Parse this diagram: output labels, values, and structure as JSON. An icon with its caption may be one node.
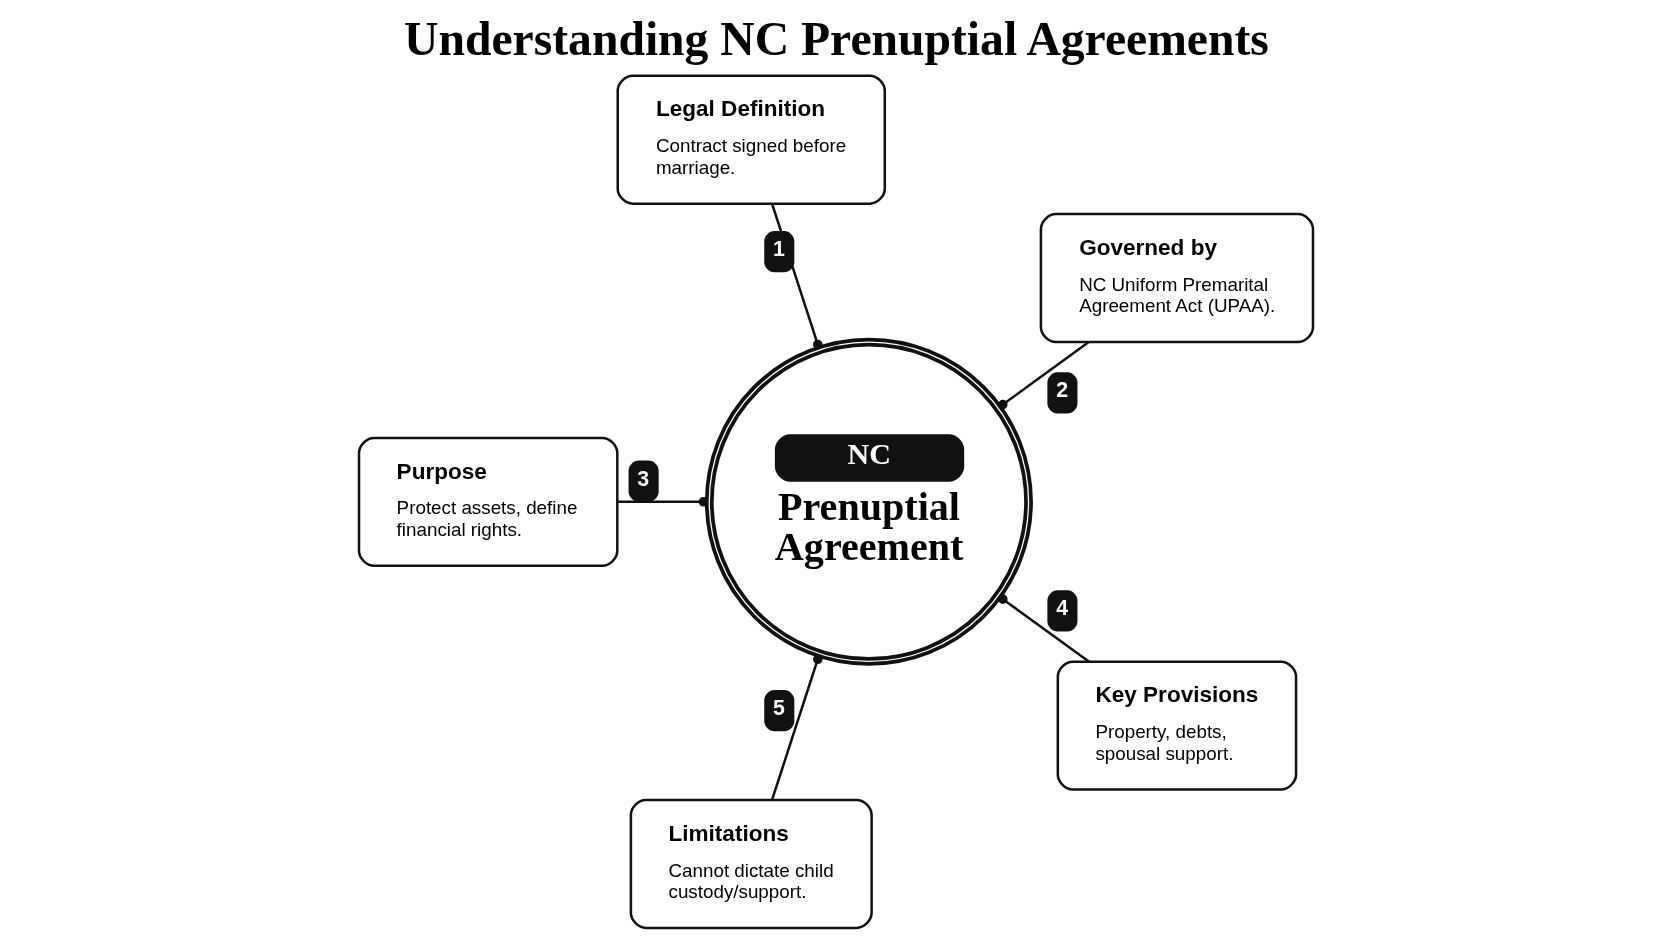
{
  "diagram": {
    "title": "Understanding NC Prenuptial Agreements",
    "nodes": [
      {
        "text": [
          "NC",
          "Prenuptial Agreement"
        ]
      },
      {
        "text": [
          "Legal Definition",
          "Contract signed before marriage."
        ]
      },
      {
        "text": [
          "Governed by",
          "NC Uniform Premarital Agreement Act (UPAA)."
        ]
      },
      {
        "text": [
          "Purpose",
          "Protect assets, define financial rights."
        ]
      },
      {
        "text": [
          "Key Provisions",
          "Property, debts, spousal support."
        ]
      },
      {
        "text": [
          "Limitations",
          "Cannot dictate child custody/support."
        ]
      }
    ],
    "edges": [
      {
        "from": 0,
        "to": 1,
        "arrow": "other",
        "label": "1"
      },
      {
        "from": 0,
        "to": 2,
        "arrow": "other",
        "label": "2"
      },
      {
        "from": 0,
        "to": 3,
        "arrow": "other",
        "label": "3"
      },
      {
        "from": 0,
        "to": 4,
        "arrow": "other",
        "label": "4"
      },
      {
        "from": 0,
        "to": 5,
        "arrow": "other",
        "label": "5"
      }
    ]
  }
}
